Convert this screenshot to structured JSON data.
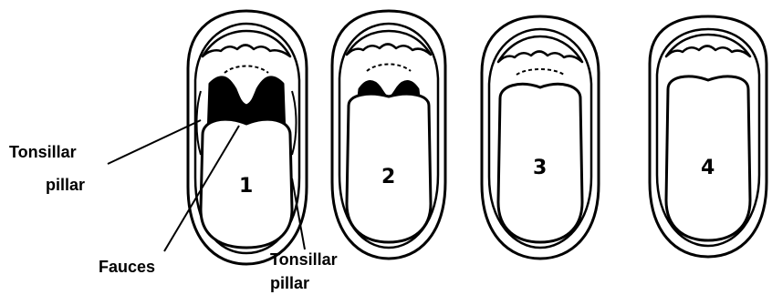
{
  "labels": {
    "left_pillar_line1": "Tonsillar",
    "left_pillar_line2": "pillar",
    "fauces": "Fauces",
    "right_pillar_line1": "Tonsillar",
    "right_pillar_line2": "pillar"
  },
  "stages": [
    {
      "number": "1"
    },
    {
      "number": "2"
    },
    {
      "number": "3"
    },
    {
      "number": "4"
    }
  ],
  "colors": {
    "ink": "#000000",
    "background": "#ffffff",
    "fill": "#ffffff"
  }
}
